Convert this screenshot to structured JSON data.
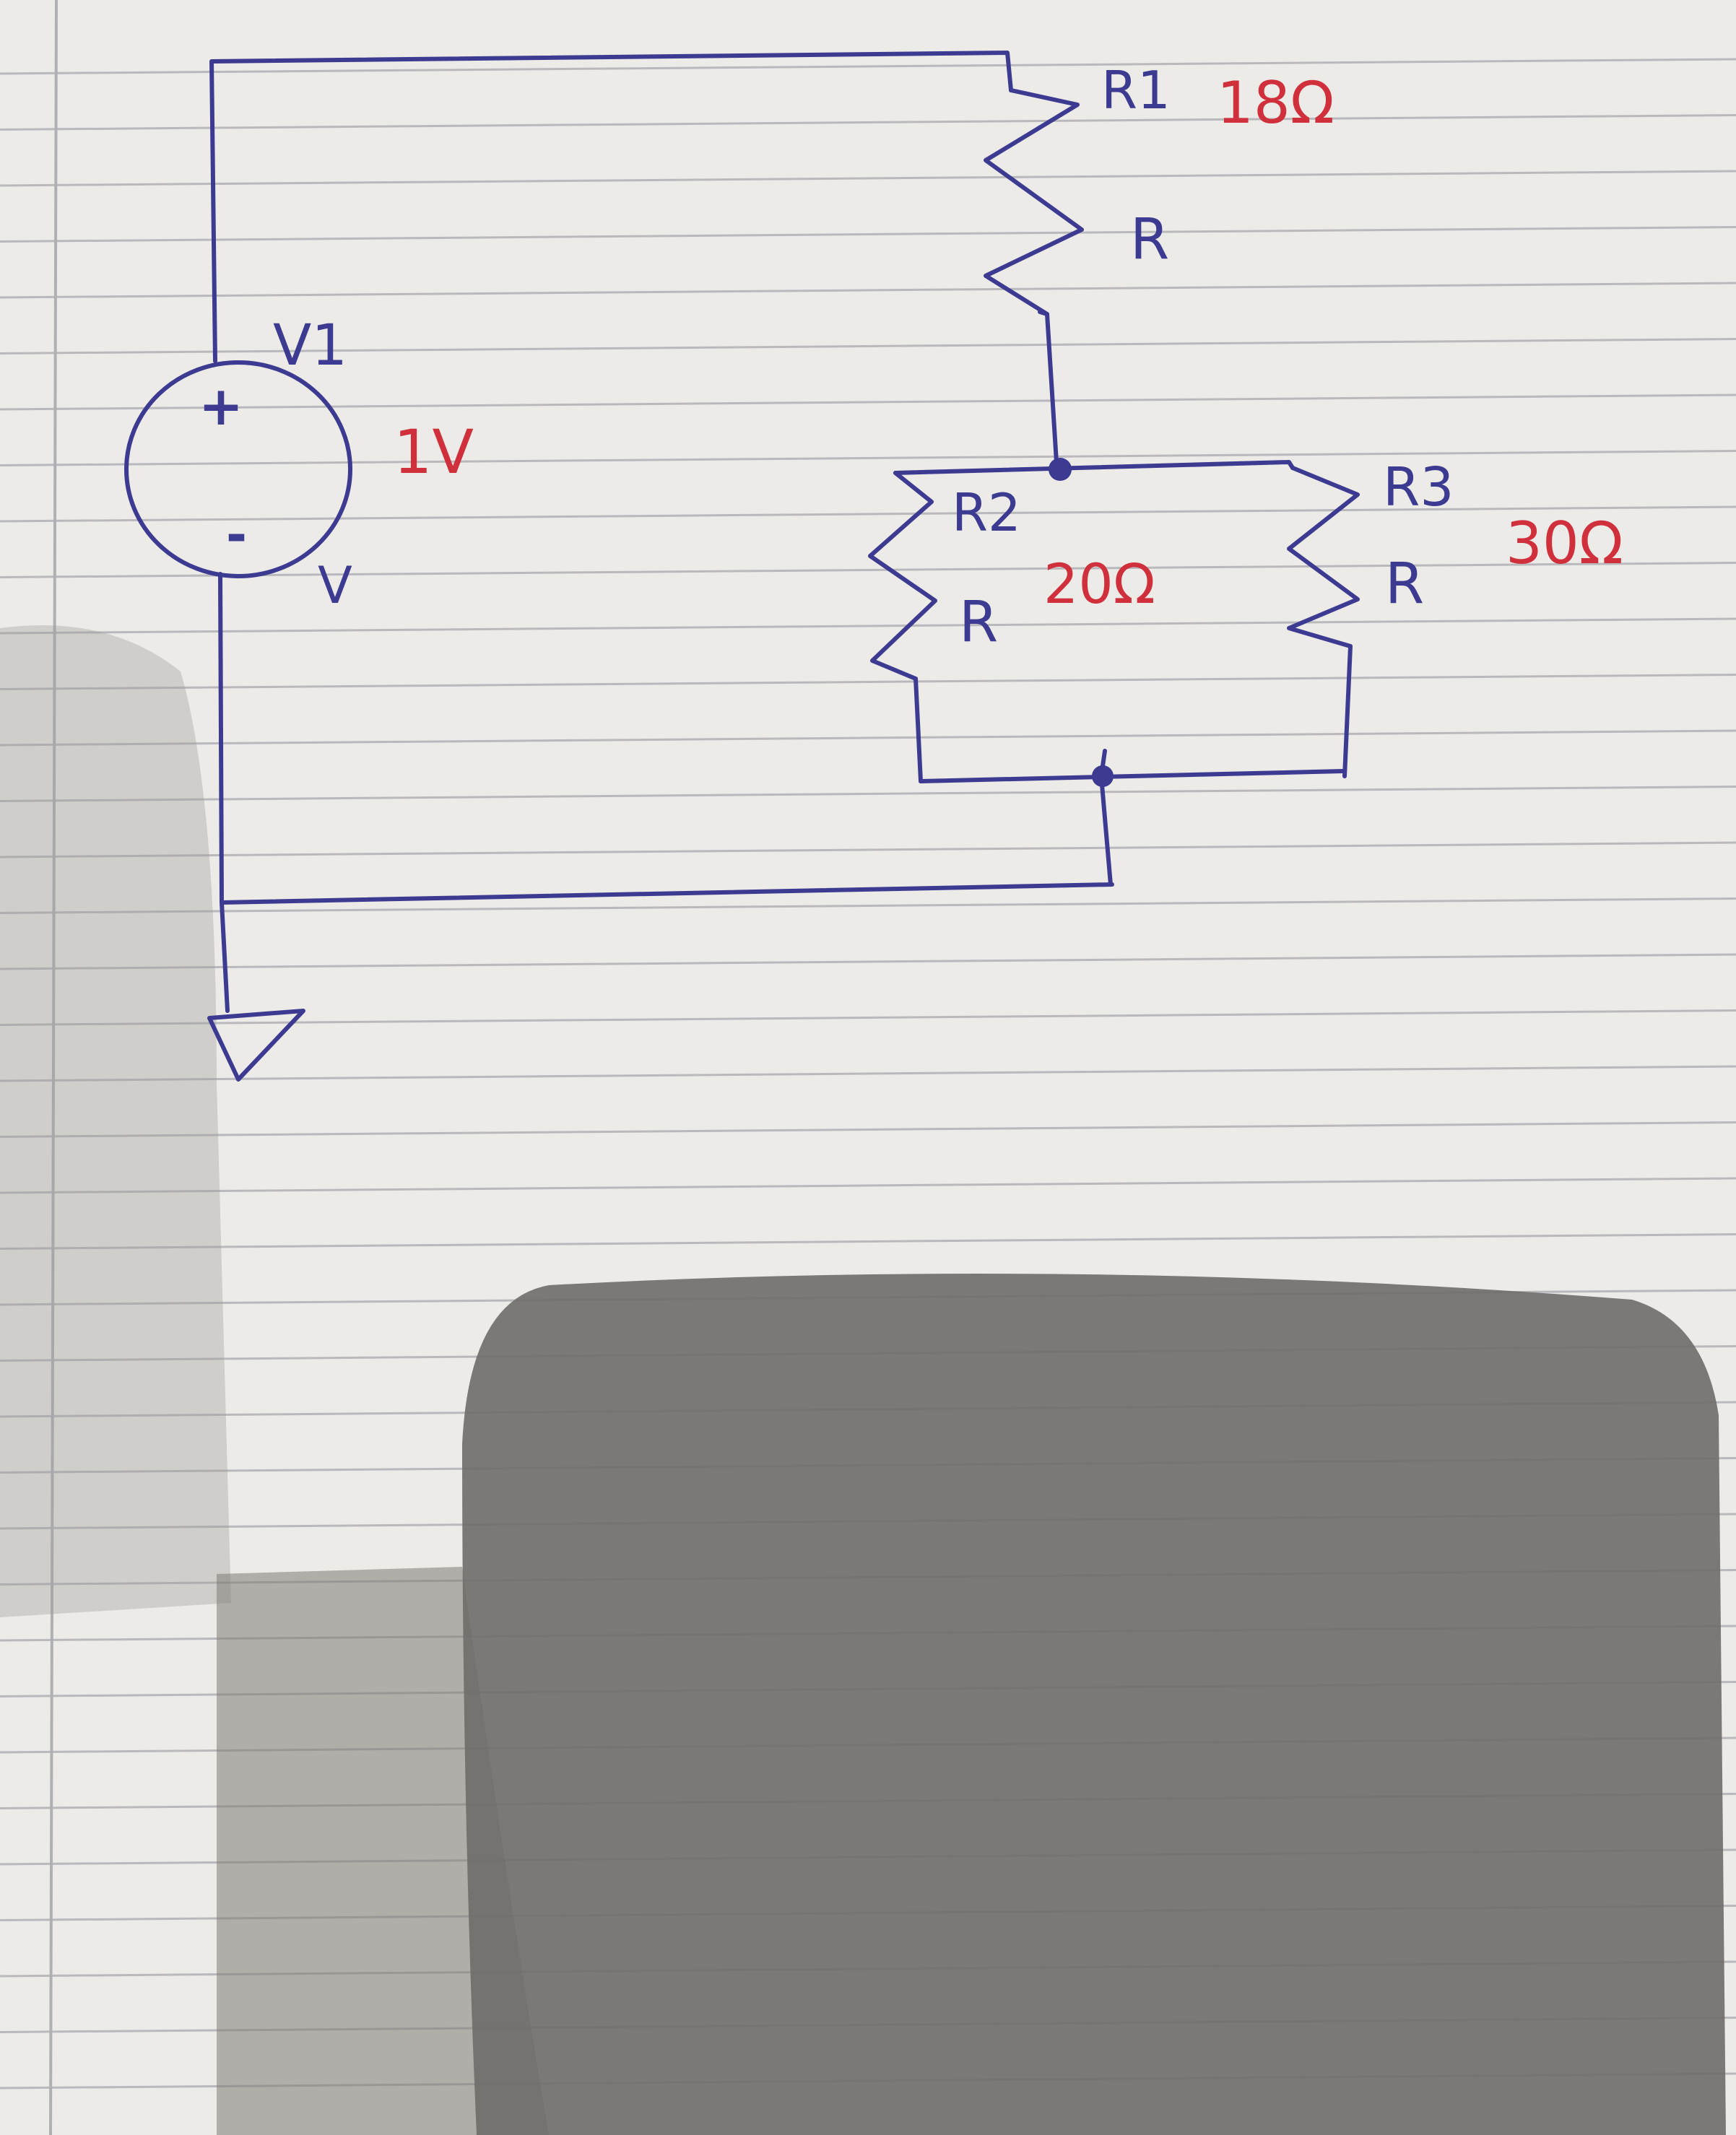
{
  "colors": {
    "paper": "#ecebe7",
    "rule_line": "#b9b9bd",
    "margin_line": "#b0b0b4",
    "ink_blue": "#3d3a92",
    "ink_red": "#d0303c",
    "shadow": "#6f6d69"
  },
  "diagram": {
    "source": {
      "name": "V1",
      "value": "1V",
      "plus": "+",
      "minus": "-",
      "unit_mark": "V"
    },
    "resistors": [
      {
        "name": "R1",
        "type_label": "R",
        "value": "18Ω"
      },
      {
        "name": "R2",
        "type_label": "R",
        "value": "20Ω"
      },
      {
        "name": "R3",
        "type_label": "R",
        "value": "30Ω"
      }
    ],
    "ground": {
      "icon": "ground-icon"
    }
  }
}
